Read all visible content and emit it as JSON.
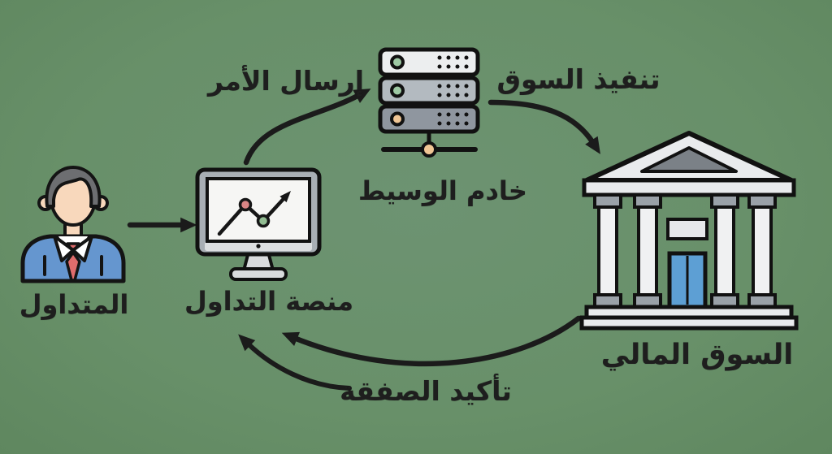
{
  "diagram": {
    "title_semantic": "trading-order-flow-diagram",
    "background_color": "#689069",
    "line_color": "#1b1b1b",
    "text_color": "#1e1e1e",
    "nodes": [
      {
        "id": "trader",
        "label": "المتداول",
        "icon": "businessman-icon"
      },
      {
        "id": "trading_platform",
        "label": "منصة التداول",
        "icon": "monitor-chart-icon"
      },
      {
        "id": "broker_server",
        "label": "خادم الوسيط",
        "icon": "server-rack-icon"
      },
      {
        "id": "financial_market",
        "label": "السوق المالي",
        "icon": "bank-building-icon"
      }
    ],
    "edges": [
      {
        "id": "trader_to_platform",
        "from": "trader",
        "to": "trading_platform",
        "label": ""
      },
      {
        "id": "send_order",
        "from": "trading_platform",
        "to": "broker_server",
        "label": "إرسال الأمر"
      },
      {
        "id": "market_execution",
        "from": "broker_server",
        "to": "financial_market",
        "label": "تنفيذ السوق"
      },
      {
        "id": "deal_confirmation",
        "from": "financial_market",
        "to": "trading_platform",
        "label": "تأكيد الصفقة"
      }
    ],
    "colors": {
      "suit_blue": "#6596cf",
      "tie_red": "#e06c6c",
      "skin_tone": "#f8d8bc",
      "hair_gray": "#6d6e71",
      "monitor_frame": "#a8aeb4",
      "screen_white": "#f6f6f4",
      "chart_dot_red": "#da8585",
      "chart_dot_green": "#92bd92",
      "server_unit_light": "#eceeef",
      "server_unit_mid": "#b3bac0",
      "server_unit_dark": "#8f969f",
      "led_green": "#9ec9a4",
      "led_orange": "#f0c695",
      "bank_panel": "#e9ebed",
      "bank_column_cap": "#9aa1a8",
      "pediment_inner": "#7b8187",
      "door_blue": "#5d9fd4"
    }
  }
}
